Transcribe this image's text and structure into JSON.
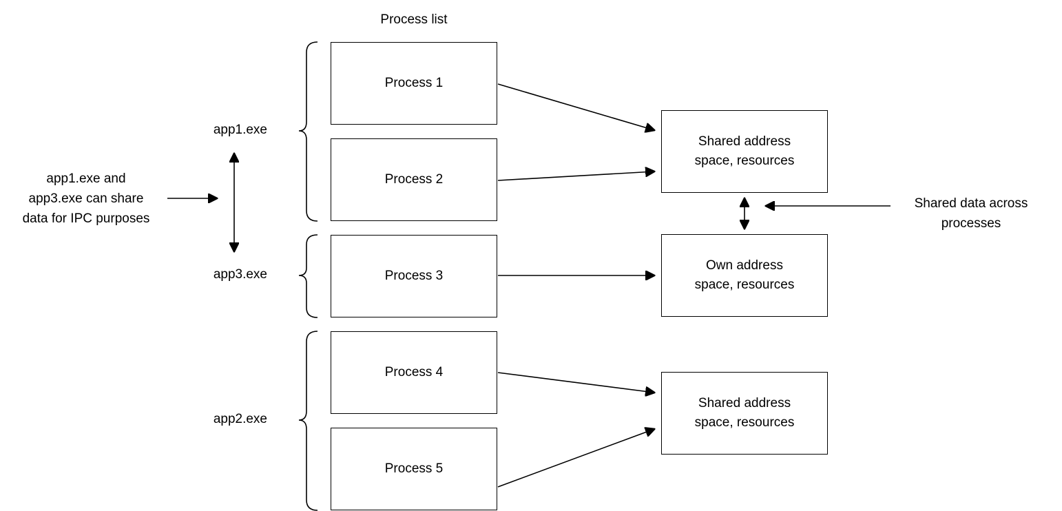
{
  "title": "Process list",
  "groups": [
    {
      "label": "app1.exe"
    },
    {
      "label": "app3.exe"
    },
    {
      "label": "app2.exe"
    }
  ],
  "processes": [
    {
      "label": "Process 1"
    },
    {
      "label": "Process 2"
    },
    {
      "label": "Process 3"
    },
    {
      "label": "Process 4"
    },
    {
      "label": "Process 5"
    }
  ],
  "address_boxes": [
    {
      "label": "Shared address\nspace, resources"
    },
    {
      "label": "Own address\nspace, resources"
    },
    {
      "label": "Shared address\nspace, resources"
    }
  ],
  "annotations": {
    "ipc_note": "app1.exe and\napp3.exe can share\ndata for IPC purposes",
    "shared_data_note": "Shared data across\nprocesses"
  },
  "colors": {
    "stroke": "#000000",
    "background": "#ffffff"
  }
}
